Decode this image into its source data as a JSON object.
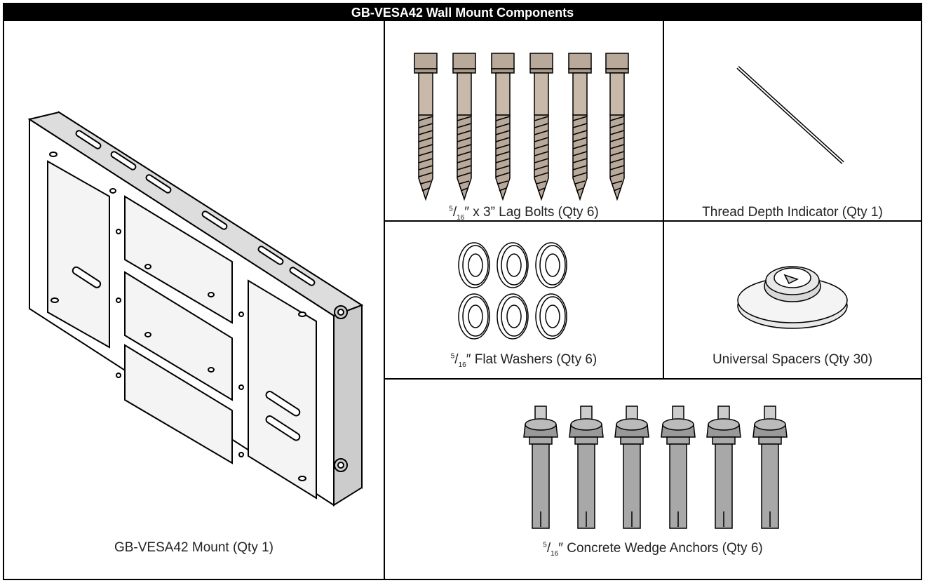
{
  "title": "GB-VESA42 Wall Mount Components",
  "components": {
    "mount": {
      "label": "GB-VESA42 Mount (Qty 1)"
    },
    "lag_bolts": {
      "frac_num": "5",
      "frac_den": "16",
      "label": "″ x 3” Lag Bolts (Qty 6)",
      "count": 6
    },
    "thread_indicator": {
      "label": "Thread Depth Indicator (Qty 1)"
    },
    "flat_washers": {
      "frac_num": "5",
      "frac_den": "16",
      "label": "″ Flat Washers (Qty 6)",
      "count": 6
    },
    "spacers": {
      "label": "Universal Spacers (Qty 30)"
    },
    "wedge_anchors": {
      "frac_num": "5",
      "frac_den": "16",
      "label": "″ Concrete Wedge Anchors (Qty 6)",
      "count": 6
    }
  },
  "colors": {
    "bolt": "#b8a99a",
    "anchor": "#a8a8a8",
    "line": "#000000"
  }
}
